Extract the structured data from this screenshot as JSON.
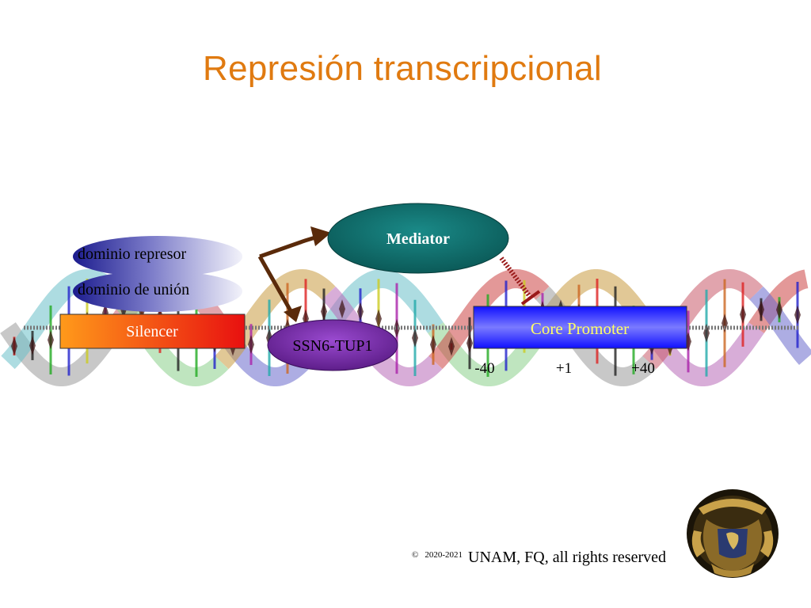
{
  "title": "Represión transcripcional",
  "labels": {
    "mediator": "Mediator",
    "dominio_represor": "dominio represor",
    "dominio_union": "dominio de unión",
    "silencer": "Silencer",
    "ssn6_tup1": "SSN6-TUP1",
    "core_promoter": "Core Promoter",
    "pos_minus40": "-40",
    "pos_plus1": "+1",
    "pos_plus40": "+40"
  },
  "footer": {
    "copyright_symbol": "©",
    "years": "2020-2021",
    "rights": "UNAM, FQ, all rights reserved"
  },
  "colors": {
    "title": "#e07a10",
    "mediator": "#0f6f6c",
    "repressor_domain": "#2a2a9a",
    "silencer_start": "#ff9a1a",
    "silencer_end": "#e81010",
    "ssn6_tup1": "#7a2aa8",
    "core_promoter": "#1414ff",
    "activation_arrow": "#5a2a0a",
    "inhibition_line": "#9a1a1a"
  },
  "icons": {
    "seal": "unam-seal-icon",
    "arrow": "activation-arrow-icon",
    "inhibition": "inhibition-bar-icon"
  }
}
